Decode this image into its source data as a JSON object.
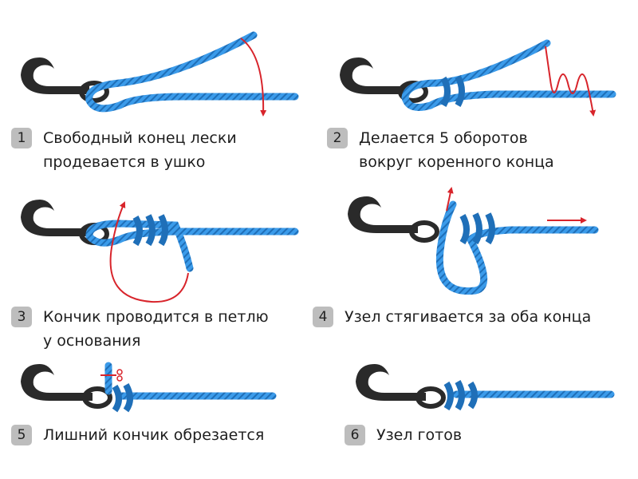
{
  "colors": {
    "line": "#3b9bea",
    "line_dark": "#1f6fb8",
    "hook": "#2a2a2a",
    "arrow": "#d8242b",
    "badge": "#bdbdbd"
  },
  "icons": [
    "fish-hook-icon",
    "fishing-line-icon",
    "direction-arrow-icon",
    "scissors-icon"
  ],
  "steps": [
    {
      "number": "1",
      "lines": [
        "Свободный конец лески",
        "продевается в ушко"
      ]
    },
    {
      "number": "2",
      "lines": [
        "Делается 5 оборотов",
        "вокруг коренного конца"
      ]
    },
    {
      "number": "3",
      "lines": [
        "Кончик проводится в петлю",
        "у основания"
      ]
    },
    {
      "number": "4",
      "lines": [
        "Узел стягивается за оба конца"
      ]
    },
    {
      "number": "5",
      "lines": [
        "Лишний кончик обрезается"
      ]
    },
    {
      "number": "6",
      "lines": [
        "Узел готов"
      ]
    }
  ]
}
